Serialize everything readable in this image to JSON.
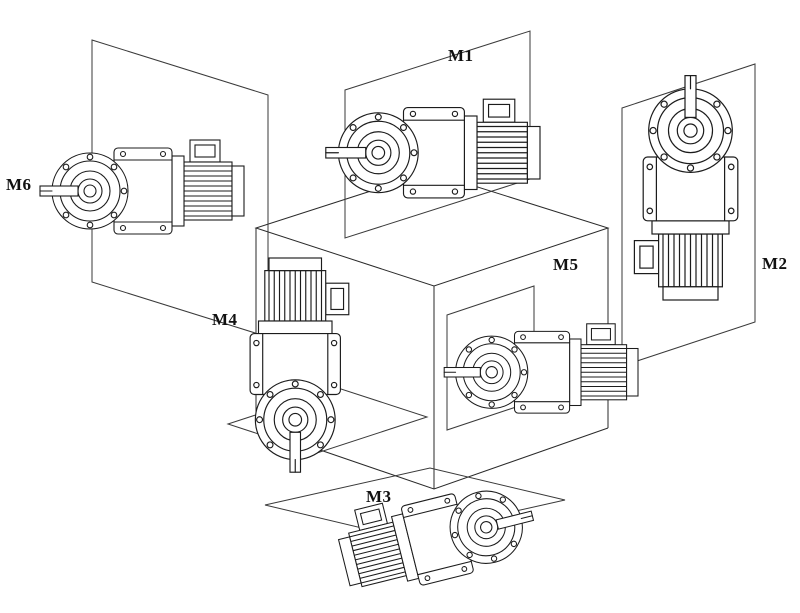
{
  "figure": {
    "type": "gearmotor-mounting-position-diagram",
    "labels": [
      {
        "id": "m1",
        "text": "M1"
      },
      {
        "id": "m2",
        "text": "M2"
      },
      {
        "id": "m3",
        "text": "M3"
      },
      {
        "id": "m4",
        "text": "M4"
      },
      {
        "id": "m5",
        "text": "M5"
      },
      {
        "id": "m6",
        "text": "M6"
      }
    ],
    "colors": {
      "line": "#1c1c1c",
      "cube_line": "#2a2a2a",
      "background": "#ffffff"
    }
  }
}
